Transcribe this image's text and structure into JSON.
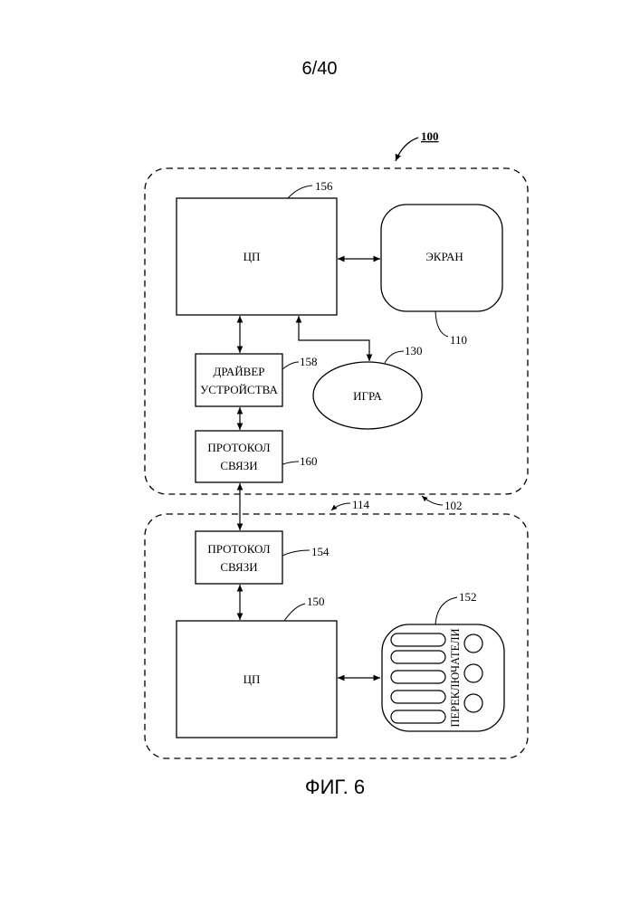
{
  "page_number": "6/40",
  "figure_caption": "ФИГ. 6",
  "refs": {
    "r100": "100",
    "r102": "102",
    "r114": "114",
    "r156": "156",
    "r110": "110",
    "r130": "130",
    "r158": "158",
    "r160": "160",
    "r154": "154",
    "r150": "150",
    "r152": "152"
  },
  "blocks": {
    "cpu_top": "ЦП",
    "screen": "ЭКРАН",
    "game": "ИГРА",
    "driver_line1": "ДРАЙВЕР",
    "driver_line2": "УСТРОЙСТВА",
    "proto_top_line1": "ПРОТОКОЛ",
    "proto_top_line2": "СВЯЗИ",
    "proto_bottom_line1": "ПРОТОКОЛ",
    "proto_bottom_line2": "СВЯЗИ",
    "cpu_bottom": "ЦП",
    "switches": "ПЕРЕКЛЮЧАТЕЛИ"
  }
}
